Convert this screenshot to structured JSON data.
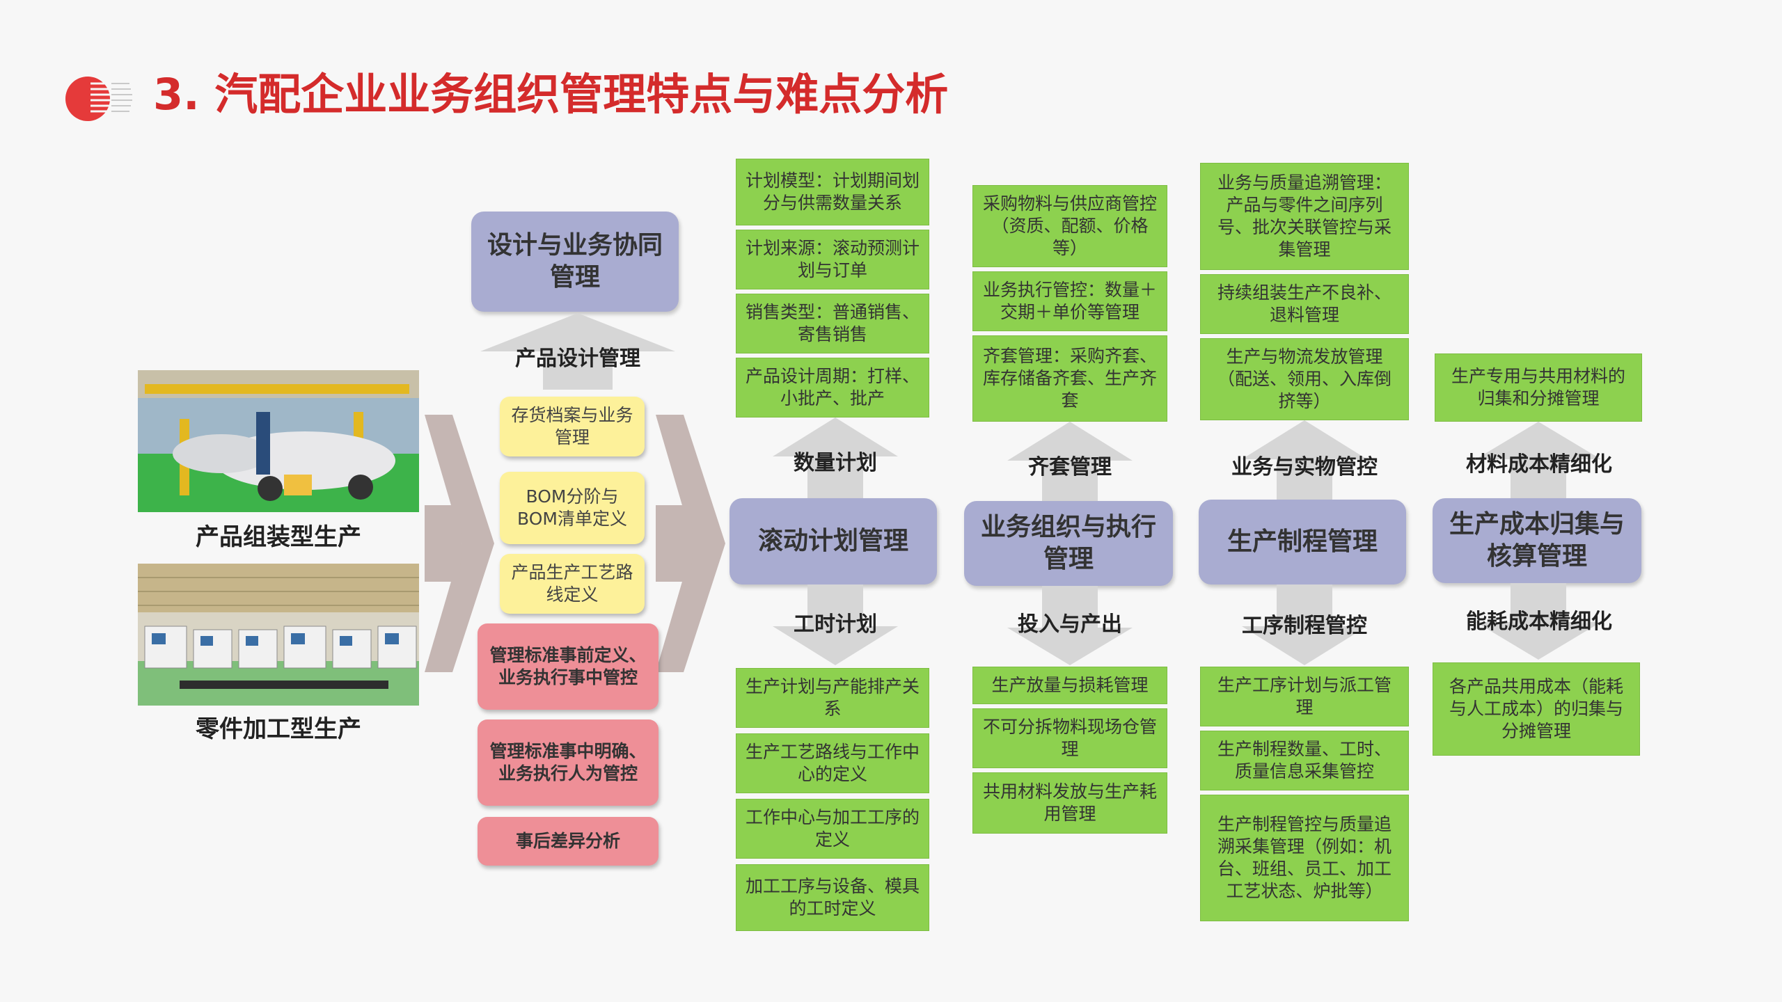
{
  "title": "3. 汽配企业业务组织管理特点与难点分析",
  "colors": {
    "title": "#d42b2b",
    "green": "#8dd14f",
    "yellow": "#fdf19a",
    "pink": "#ee8f97",
    "blue": "#a9acd1"
  },
  "left": {
    "photo1_caption": "产品组装型生产",
    "photo2_caption": "零件加工型生产"
  },
  "design": {
    "box": "设计与业务协同管理",
    "arrow_label": "产品设计管理",
    "items": [
      "存货档案与业务管理",
      "BOM分阶与BOM清单定义",
      "产品生产工艺路线定义"
    ],
    "pink_items": [
      "管理标准事前定义、业务执行事中管控",
      "管理标准事中明确、业务执行人为管控",
      "事后差异分析"
    ]
  },
  "col1": {
    "center": "滚动计划管理",
    "up_label": "数量计划",
    "down_label": "工时计划",
    "top": [
      "计划模型：计划期间划分与供需数量关系",
      "计划来源：滚动预测计划与订单",
      "销售类型：普通销售、寄售销售",
      "产品设计周期：打样、小批产、批产"
    ],
    "bottom": [
      "生产计划与产能排产关系",
      "生产工艺路线与工作中心的定义",
      "工作中心与加工工序的定义",
      "加工工序与设备、模具的工时定义"
    ]
  },
  "col2": {
    "center": "业务组织与执行管理",
    "up_label": "齐套管理",
    "down_label": "投入与产出",
    "top": [
      "采购物料与供应商管控（资质、配额、价格等）",
      "业务执行管控：数量＋交期＋单价等管理",
      "齐套管理：采购齐套、库存储备齐套、生产齐套"
    ],
    "bottom": [
      "生产放量与损耗管理",
      "不可分拆物料现场仓管理",
      "共用材料发放与生产耗用管理"
    ]
  },
  "col3": {
    "center": "生产制程管理",
    "up_label": "业务与实物管控",
    "down_label": "工序制程管控",
    "top": [
      "业务与质量追溯管理：产品与零件之间序列号、批次关联管控与采集管理",
      "持续组装生产不良补、退料管理",
      "生产与物流发放管理（配送、领用、入库倒挤等）"
    ],
    "bottom": [
      "生产工序计划与派工管理",
      "生产制程数量、工时、质量信息采集管控",
      "生产制程管控与质量追溯采集管理（例如：机台、班组、员工、加工工艺状态、炉批等）"
    ]
  },
  "col4": {
    "center": "生产成本归集与核算管理",
    "up_label": "材料成本精细化",
    "down_label": "能耗成本精细化",
    "top": [
      "生产专用与共用材料的归集和分摊管理"
    ],
    "bottom": [
      "各产品共用成本（能耗与人工成本）的归集与分摊管理"
    ]
  }
}
